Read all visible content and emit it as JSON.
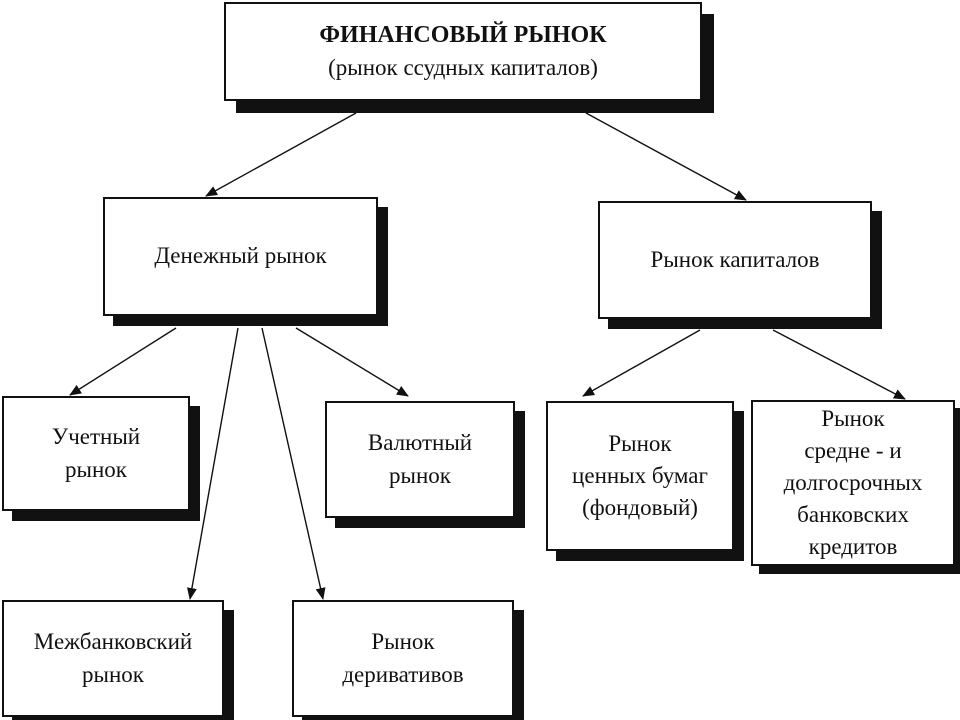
{
  "diagram": {
    "root": {
      "line1": "ФИНАНСОВЫЙ РЫНОК",
      "line2": "(рынок ссудных капиталов)"
    },
    "money_market": {
      "label": "Денежный рынок"
    },
    "capital_market": {
      "label": "Рынок капиталов"
    },
    "discount_market": {
      "line1": "Учетный",
      "line2": "рынок"
    },
    "currency_market": {
      "line1": "Валютный",
      "line2": "рынок"
    },
    "securities_market": {
      "line1": "Рынок",
      "line2": "ценных бумаг",
      "line3": "(фондовый)"
    },
    "credit_market": {
      "line1": "Рынок",
      "line2": "средне - и",
      "line3": "долгосрочных",
      "line4": "банковских",
      "line5": "кредитов"
    },
    "interbank_market": {
      "line1": "Межбанковский",
      "line2": "рынок"
    },
    "derivatives_market": {
      "line1": "Рынок",
      "line2": "деривативов"
    }
  },
  "colors": {
    "line": "#111111",
    "shadow": "#111111",
    "background": "#ffffff"
  }
}
